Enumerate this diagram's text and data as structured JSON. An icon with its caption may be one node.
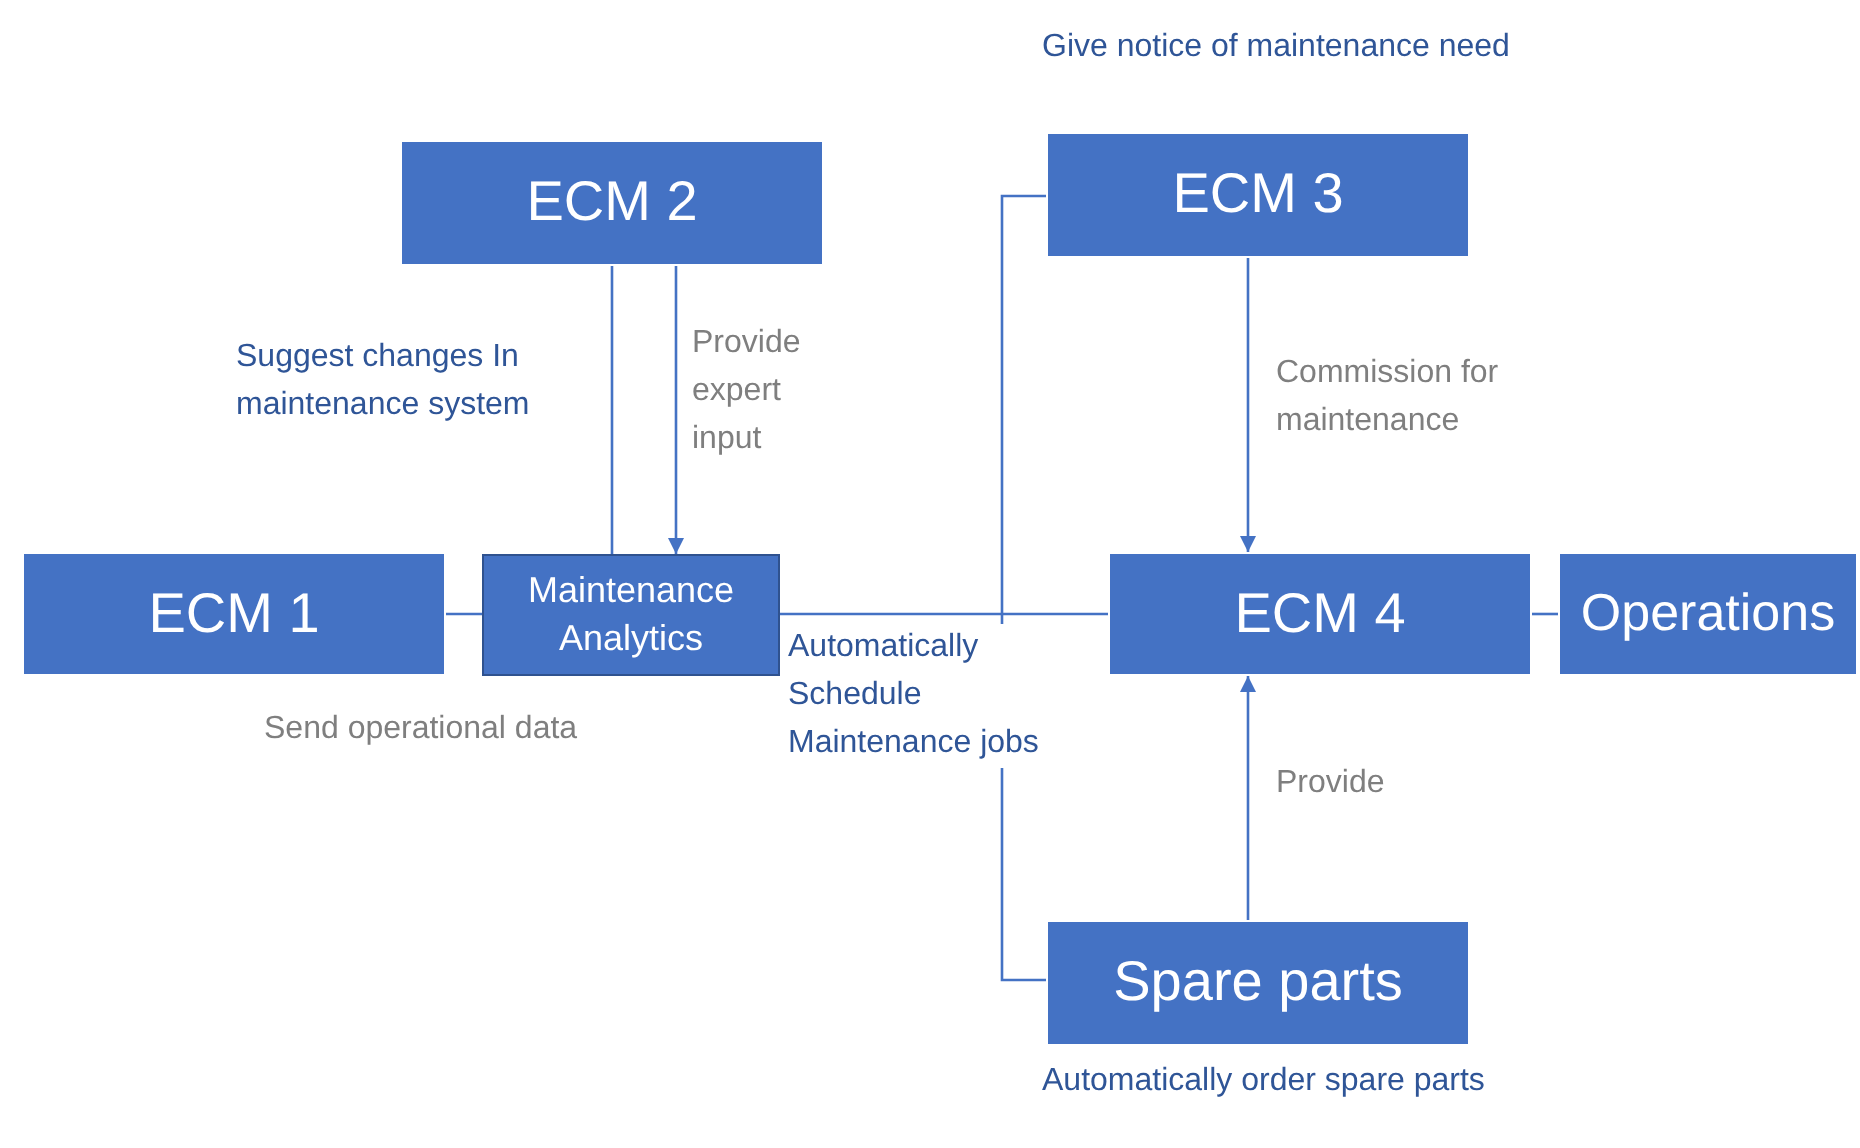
{
  "diagram": {
    "nodes": [
      {
        "text": [
          "ECM 2"
        ]
      },
      {
        "text": [
          "ECM 3"
        ],
        "beside": [
          "Give notice of maintenance need"
        ]
      },
      {
        "text": [
          "ECM 1"
        ]
      },
      {
        "text": [
          "Maintenance Analytics"
        ]
      },
      {
        "text": [
          "ECM 4"
        ]
      },
      {
        "text": [
          "Operations"
        ]
      },
      {
        "text": [
          "Spare parts"
        ],
        "beside": [
          "Automatically order spare parts"
        ]
      }
    ],
    "edges": [
      {
        "from": 0,
        "to": 3,
        "arrow": "none",
        "label": "Suggest changes In maintenance system"
      },
      {
        "from": 0,
        "to": 3,
        "arrow": "to",
        "label": "Provide expert input"
      },
      {
        "from": 2,
        "to": 3,
        "arrow": "none",
        "label": "Send operational data"
      },
      {
        "from": 3,
        "to": 4,
        "arrow": "none",
        "label": "Automatically Schedule Maintenance jobs"
      },
      {
        "from": 1,
        "to": 6,
        "arrow": "none"
      },
      {
        "from": 1,
        "to": 4,
        "arrow": "to",
        "label": "Commission for maintenance"
      },
      {
        "from": 6,
        "to": 4,
        "arrow": "to",
        "label": "Provide"
      },
      {
        "from": 4,
        "to": 5,
        "arrow": "none"
      }
    ]
  }
}
